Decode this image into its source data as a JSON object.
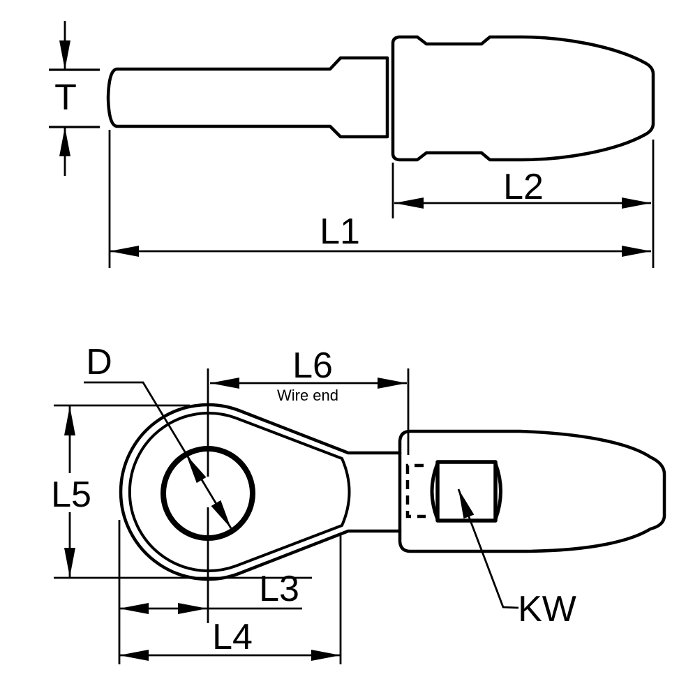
{
  "colors": {
    "line": "#000000",
    "background": "#ffffff"
  },
  "labels": {
    "t": "T",
    "l1": "L1",
    "l2": "L2",
    "l3": "L3",
    "l4": "L4",
    "l5": "L5",
    "l6": "L6",
    "d": "D",
    "kw": "KW"
  },
  "annotations": {
    "wire_end": "Wire end"
  }
}
